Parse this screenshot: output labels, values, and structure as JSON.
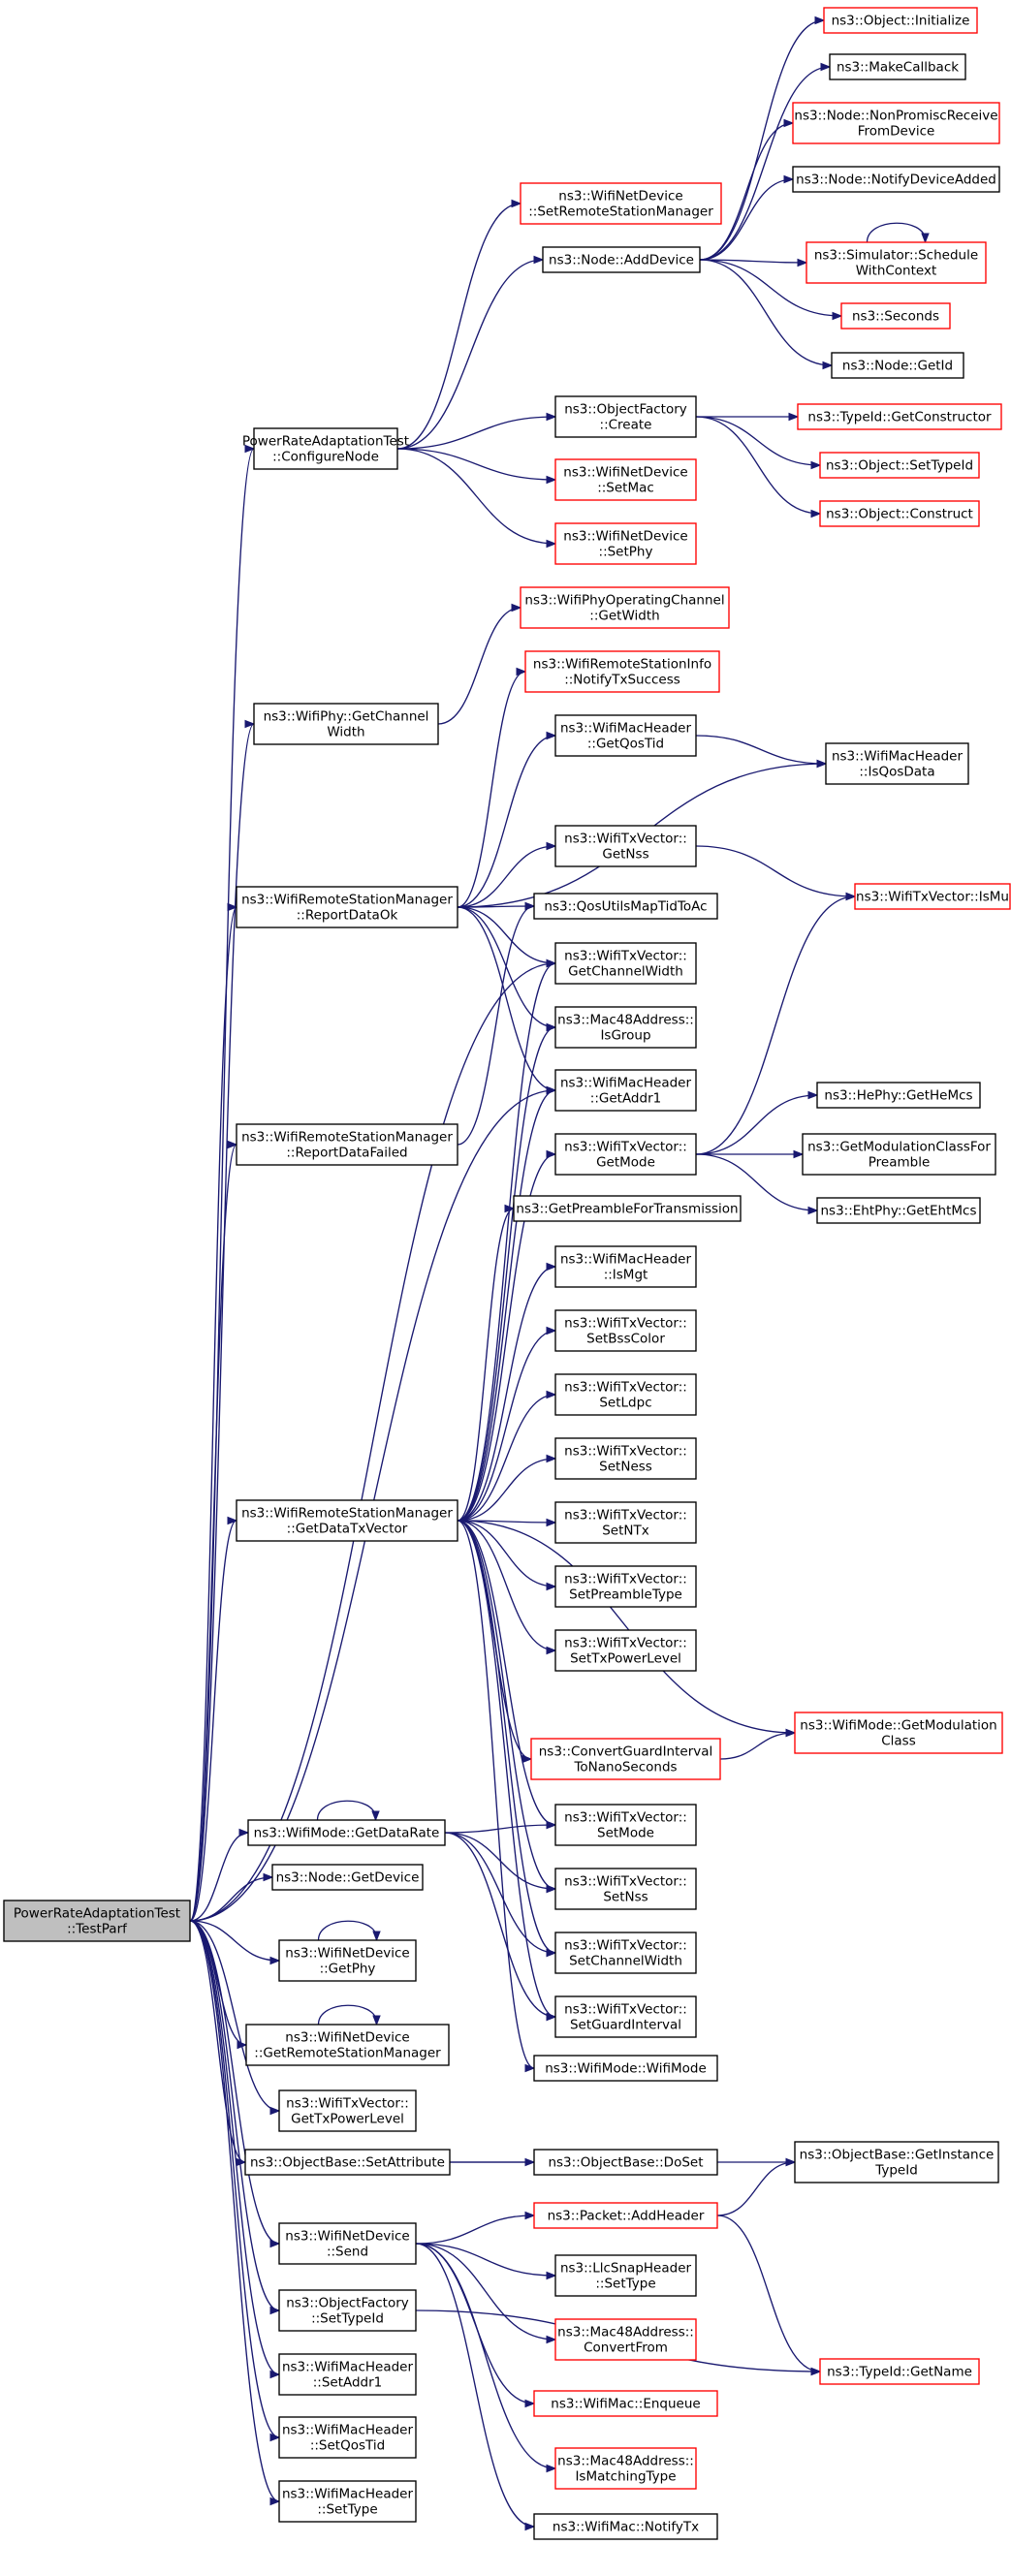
{
  "colors": {
    "edge": "#191970",
    "root_fill": "#bfbfbf",
    "border": "#000000",
    "incomplete_border": "#ff0000"
  },
  "nodes": {
    "root": {
      "lines": [
        "PowerRateAdaptationTest",
        "::TestParf"
      ],
      "style": "root"
    },
    "cfg": {
      "lines": [
        "PowerRateAdaptationTest",
        "::ConfigureNode"
      ],
      "style": "plain"
    },
    "setrsm": {
      "lines": [
        "ns3::WifiNetDevice",
        "::SetRemoteStationManager"
      ],
      "style": "red"
    },
    "adddev": {
      "lines": [
        "ns3::Node::AddDevice"
      ],
      "style": "plain"
    },
    "init": {
      "lines": [
        "ns3::Object::Initialize"
      ],
      "style": "red"
    },
    "mkcb": {
      "lines": [
        "ns3::MakeCallback"
      ],
      "style": "plain"
    },
    "nprf": {
      "lines": [
        "ns3::Node::NonPromiscReceive",
        "FromDevice"
      ],
      "style": "red"
    },
    "notdev": {
      "lines": [
        "ns3::Node::NotifyDeviceAdded"
      ],
      "style": "plain"
    },
    "sched": {
      "lines": [
        "ns3::Simulator::Schedule",
        "WithContext"
      ],
      "style": "red"
    },
    "secs": {
      "lines": [
        "ns3::Seconds"
      ],
      "style": "red"
    },
    "getid": {
      "lines": [
        "ns3::Node::GetId"
      ],
      "style": "plain"
    },
    "ofcr": {
      "lines": [
        "ns3::ObjectFactory",
        "::Create"
      ],
      "style": "plain"
    },
    "getctor": {
      "lines": [
        "ns3::TypeId::GetConstructor"
      ],
      "style": "red"
    },
    "settid": {
      "lines": [
        "ns3::Object::SetTypeId"
      ],
      "style": "red"
    },
    "constr": {
      "lines": [
        "ns3::Object::Construct"
      ],
      "style": "red"
    },
    "setmac": {
      "lines": [
        "ns3::WifiNetDevice",
        "::SetMac"
      ],
      "style": "red"
    },
    "setphy": {
      "lines": [
        "ns3::WifiNetDevice",
        "::SetPhy"
      ],
      "style": "red"
    },
    "opcw": {
      "lines": [
        "ns3::WifiPhyOperatingChannel",
        "::GetWidth"
      ],
      "style": "red"
    },
    "ntxs": {
      "lines": [
        "ns3::WifiRemoteStationInfo",
        "::NotifyTxSuccess"
      ],
      "style": "red"
    },
    "phycw": {
      "lines": [
        "ns3::WifiPhy::GetChannel",
        "Width"
      ],
      "style": "plain"
    },
    "qostid": {
      "lines": [
        "ns3::WifiMacHeader",
        "::GetQosTid"
      ],
      "style": "plain"
    },
    "isqos": {
      "lines": [
        "ns3::WifiMacHeader",
        "::IsQosData"
      ],
      "style": "plain"
    },
    "getnss": {
      "lines": [
        "ns3::WifiTxVector::",
        "GetNss"
      ],
      "style": "plain"
    },
    "rdok": {
      "lines": [
        "ns3::WifiRemoteStationManager",
        "::ReportDataOk"
      ],
      "style": "plain"
    },
    "qumap": {
      "lines": [
        "ns3::QosUtilsMapTidToAc"
      ],
      "style": "plain"
    },
    "ismu": {
      "lines": [
        "ns3::WifiTxVector::IsMu"
      ],
      "style": "red"
    },
    "getcw": {
      "lines": [
        "ns3::WifiTxVector::",
        "GetChannelWidth"
      ],
      "style": "plain"
    },
    "isgrp": {
      "lines": [
        "ns3::Mac48Address::",
        "IsGroup"
      ],
      "style": "plain"
    },
    "rdfail": {
      "lines": [
        "ns3::WifiRemoteStationManager",
        "::ReportDataFailed"
      ],
      "style": "plain"
    },
    "addr1": {
      "lines": [
        "ns3::WifiMacHeader",
        "::GetAddr1"
      ],
      "style": "plain"
    },
    "hemcs": {
      "lines": [
        "ns3::HePhy::GetHeMcs"
      ],
      "style": "plain"
    },
    "getmode": {
      "lines": [
        "ns3::WifiTxVector::",
        "GetMode"
      ],
      "style": "plain"
    },
    "gmcfp": {
      "lines": [
        "ns3::GetModulationClassFor",
        "Preamble"
      ],
      "style": "plain"
    },
    "ehtmcs": {
      "lines": [
        "ns3::EhtPhy::GetEhtMcs"
      ],
      "style": "plain"
    },
    "gpft": {
      "lines": [
        "ns3::GetPreambleForTransmission"
      ],
      "style": "plain"
    },
    "ismgt": {
      "lines": [
        "ns3::WifiMacHeader",
        "::IsMgt"
      ],
      "style": "plain"
    },
    "sbss": {
      "lines": [
        "ns3::WifiTxVector::",
        "SetBssColor"
      ],
      "style": "plain"
    },
    "sldpc": {
      "lines": [
        "ns3::WifiTxVector::",
        "SetLdpc"
      ],
      "style": "plain"
    },
    "sness": {
      "lines": [
        "ns3::WifiTxVector::",
        "SetNess"
      ],
      "style": "plain"
    },
    "gdtv": {
      "lines": [
        "ns3::WifiRemoteStationManager",
        "::GetDataTxVector"
      ],
      "style": "plain"
    },
    "sntx": {
      "lines": [
        "ns3::WifiTxVector::",
        "SetNTx"
      ],
      "style": "plain"
    },
    "spre": {
      "lines": [
        "ns3::WifiTxVector::",
        "SetPreambleType"
      ],
      "style": "plain"
    },
    "stxpl": {
      "lines": [
        "ns3::WifiTxVector::",
        "SetTxPowerLevel"
      ],
      "style": "plain"
    },
    "gmodc": {
      "lines": [
        "ns3::WifiMode::GetModulation",
        "Class"
      ],
      "style": "red"
    },
    "cgi": {
      "lines": [
        "ns3::ConvertGuardInterval",
        "ToNanoSeconds"
      ],
      "style": "red"
    },
    "smode": {
      "lines": [
        "ns3::WifiTxVector::",
        "SetMode"
      ],
      "style": "plain"
    },
    "gdr": {
      "lines": [
        "ns3::WifiMode::GetDataRate"
      ],
      "style": "plain"
    },
    "snss": {
      "lines": [
        "ns3::WifiTxVector::",
        "SetNss"
      ],
      "style": "plain"
    },
    "ngdev": {
      "lines": [
        "ns3::Node::GetDevice"
      ],
      "style": "plain"
    },
    "gphy": {
      "lines": [
        "ns3::WifiNetDevice",
        "::GetPhy"
      ],
      "style": "plain"
    },
    "scw": {
      "lines": [
        "ns3::WifiTxVector::",
        "SetChannelWidth"
      ],
      "style": "plain"
    },
    "sgi": {
      "lines": [
        "ns3::WifiTxVector::",
        "SetGuardInterval"
      ],
      "style": "plain"
    },
    "grsm": {
      "lines": [
        "ns3::WifiNetDevice",
        "::GetRemoteStationManager"
      ],
      "style": "plain"
    },
    "wmode": {
      "lines": [
        "ns3::WifiMode::WifiMode"
      ],
      "style": "plain"
    },
    "gtxpl": {
      "lines": [
        "ns3::WifiTxVector::",
        "GetTxPowerLevel"
      ],
      "style": "plain"
    },
    "setattr": {
      "lines": [
        "ns3::ObjectBase::SetAttribute"
      ],
      "style": "plain"
    },
    "doset": {
      "lines": [
        "ns3::ObjectBase::DoSet"
      ],
      "style": "plain"
    },
    "ginst": {
      "lines": [
        "ns3::ObjectBase::GetInstance",
        "TypeId"
      ],
      "style": "plain"
    },
    "send": {
      "lines": [
        "ns3::WifiNetDevice",
        "::Send"
      ],
      "style": "plain"
    },
    "addhdr": {
      "lines": [
        "ns3::Packet::AddHeader"
      ],
      "style": "red"
    },
    "llc": {
      "lines": [
        "ns3::LlcSnapHeader",
        "::SetType"
      ],
      "style": "plain"
    },
    "ofst": {
      "lines": [
        "ns3::ObjectFactory",
        "::SetTypeId"
      ],
      "style": "plain"
    },
    "cfrom": {
      "lines": [
        "ns3::Mac48Address::",
        "ConvertFrom"
      ],
      "style": "red"
    },
    "gname": {
      "lines": [
        "ns3::TypeId::GetName"
      ],
      "style": "red"
    },
    "saddr1": {
      "lines": [
        "ns3::WifiMacHeader",
        "::SetAddr1"
      ],
      "style": "plain"
    },
    "enq": {
      "lines": [
        "ns3::WifiMac::Enqueue"
      ],
      "style": "red"
    },
    "sqos": {
      "lines": [
        "ns3::WifiMacHeader",
        "::SetQosTid"
      ],
      "style": "plain"
    },
    "imt": {
      "lines": [
        "ns3::Mac48Address::",
        "IsMatchingType"
      ],
      "style": "red"
    },
    "stype": {
      "lines": [
        "ns3::WifiMacHeader",
        "::SetType"
      ],
      "style": "plain"
    },
    "ntx": {
      "lines": [
        "ns3::WifiMac::NotifyTx"
      ],
      "style": "plain"
    }
  },
  "edges": [
    [
      "root",
      "cfg"
    ],
    [
      "root",
      "phycw"
    ],
    [
      "root",
      "rdok"
    ],
    [
      "root",
      "rdfail"
    ],
    [
      "root",
      "gdtv"
    ],
    [
      "root",
      "gdr"
    ],
    [
      "root",
      "ngdev"
    ],
    [
      "root",
      "gphy"
    ],
    [
      "root",
      "grsm"
    ],
    [
      "root",
      "gtxpl"
    ],
    [
      "root",
      "setattr"
    ],
    [
      "root",
      "send"
    ],
    [
      "root",
      "ofst"
    ],
    [
      "root",
      "saddr1"
    ],
    [
      "root",
      "sqos"
    ],
    [
      "root",
      "stype"
    ],
    [
      "root",
      "addr1"
    ],
    [
      "root",
      "getcw"
    ],
    [
      "cfg",
      "setrsm"
    ],
    [
      "cfg",
      "adddev"
    ],
    [
      "cfg",
      "ofcr"
    ],
    [
      "cfg",
      "setmac"
    ],
    [
      "cfg",
      "setphy"
    ],
    [
      "adddev",
      "init"
    ],
    [
      "adddev",
      "mkcb"
    ],
    [
      "adddev",
      "nprf"
    ],
    [
      "adddev",
      "notdev"
    ],
    [
      "adddev",
      "sched"
    ],
    [
      "adddev",
      "secs"
    ],
    [
      "adddev",
      "getid"
    ],
    [
      "sched",
      "sched"
    ],
    [
      "ofcr",
      "getctor"
    ],
    [
      "ofcr",
      "settid"
    ],
    [
      "ofcr",
      "constr"
    ],
    [
      "phycw",
      "opcw"
    ],
    [
      "rdok",
      "ntxs"
    ],
    [
      "rdok",
      "qostid"
    ],
    [
      "rdok",
      "isqos"
    ],
    [
      "rdok",
      "getnss"
    ],
    [
      "rdok",
      "qumap"
    ],
    [
      "rdok",
      "getcw"
    ],
    [
      "rdok",
      "isgrp"
    ],
    [
      "rdok",
      "addr1"
    ],
    [
      "qostid",
      "isqos"
    ],
    [
      "getnss",
      "ismu"
    ],
    [
      "rdfail",
      "qumap"
    ],
    [
      "getmode",
      "ismu"
    ],
    [
      "getmode",
      "hemcs"
    ],
    [
      "getmode",
      "gmcfp"
    ],
    [
      "getmode",
      "ehtmcs"
    ],
    [
      "gdtv",
      "getcw"
    ],
    [
      "gdtv",
      "isgrp"
    ],
    [
      "gdtv",
      "addr1"
    ],
    [
      "gdtv",
      "getmode"
    ],
    [
      "gdtv",
      "gpft"
    ],
    [
      "gdtv",
      "ismgt"
    ],
    [
      "gdtv",
      "sbss"
    ],
    [
      "gdtv",
      "sldpc"
    ],
    [
      "gdtv",
      "sness"
    ],
    [
      "gdtv",
      "sntx"
    ],
    [
      "gdtv",
      "spre"
    ],
    [
      "gdtv",
      "stxpl"
    ],
    [
      "gdtv",
      "gmodc"
    ],
    [
      "gdtv",
      "cgi"
    ],
    [
      "gdtv",
      "smode"
    ],
    [
      "gdtv",
      "snss"
    ],
    [
      "gdtv",
      "scw"
    ],
    [
      "gdtv",
      "sgi"
    ],
    [
      "gdtv",
      "wmode"
    ],
    [
      "cgi",
      "gmodc"
    ],
    [
      "gdr",
      "gdr"
    ],
    [
      "gdr",
      "smode"
    ],
    [
      "gdr",
      "snss"
    ],
    [
      "gdr",
      "scw"
    ],
    [
      "gdr",
      "sgi"
    ],
    [
      "gphy",
      "gphy"
    ],
    [
      "grsm",
      "grsm"
    ],
    [
      "setattr",
      "doset"
    ],
    [
      "setattr",
      "ginst"
    ],
    [
      "send",
      "addhdr"
    ],
    [
      "send",
      "llc"
    ],
    [
      "send",
      "cfrom"
    ],
    [
      "send",
      "enq"
    ],
    [
      "send",
      "imt"
    ],
    [
      "send",
      "ntx"
    ],
    [
      "addhdr",
      "ginst"
    ],
    [
      "addhdr",
      "gname"
    ],
    [
      "ofst",
      "gname"
    ]
  ]
}
